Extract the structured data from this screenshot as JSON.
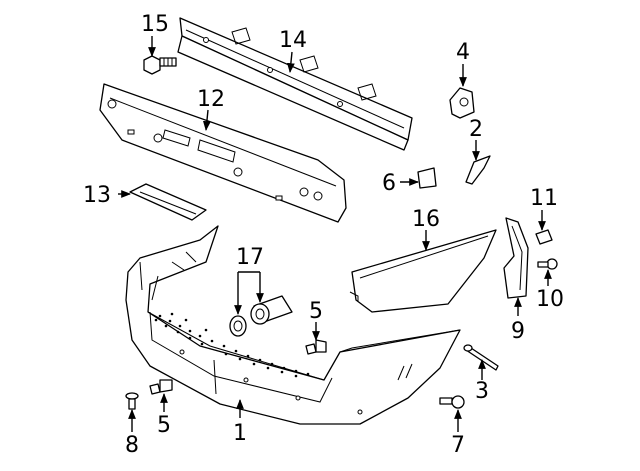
{
  "callouts": [
    {
      "id": "1",
      "label": "1"
    },
    {
      "id": "2",
      "label": "2"
    },
    {
      "id": "3",
      "label": "3"
    },
    {
      "id": "4",
      "label": "4"
    },
    {
      "id": "5a",
      "label": "5"
    },
    {
      "id": "5b",
      "label": "5"
    },
    {
      "id": "6",
      "label": "6"
    },
    {
      "id": "7",
      "label": "7"
    },
    {
      "id": "8",
      "label": "8"
    },
    {
      "id": "9",
      "label": "9"
    },
    {
      "id": "10",
      "label": "10"
    },
    {
      "id": "11",
      "label": "11"
    },
    {
      "id": "12",
      "label": "12"
    },
    {
      "id": "13",
      "label": "13"
    },
    {
      "id": "14",
      "label": "14"
    },
    {
      "id": "15",
      "label": "15"
    },
    {
      "id": "16",
      "label": "16"
    },
    {
      "id": "17",
      "label": "17"
    }
  ]
}
